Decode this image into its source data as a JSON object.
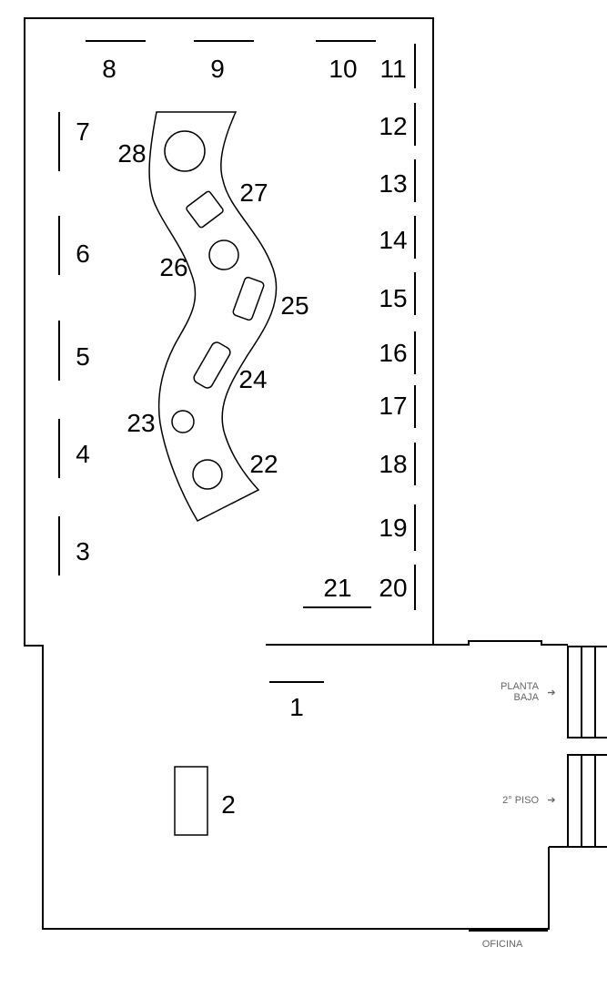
{
  "numbers": {
    "n1": "1",
    "n2": "2",
    "n3": "3",
    "n4": "4",
    "n5": "5",
    "n6": "6",
    "n7": "7",
    "n8": "8",
    "n9": "9",
    "n10": "10",
    "n11": "11",
    "n12": "12",
    "n13": "13",
    "n14": "14",
    "n15": "15",
    "n16": "16",
    "n17": "17",
    "n18": "18",
    "n19": "19",
    "n20": "20",
    "n21": "21",
    "n22": "22",
    "n23": "23",
    "n24": "24",
    "n25": "25",
    "n26": "26",
    "n27": "27",
    "n28": "28"
  },
  "labels": {
    "planta": "PLANTA",
    "baja": "BAJA",
    "piso2": "2° PISO",
    "arrow": "➔",
    "oficina": "OFICINA"
  }
}
